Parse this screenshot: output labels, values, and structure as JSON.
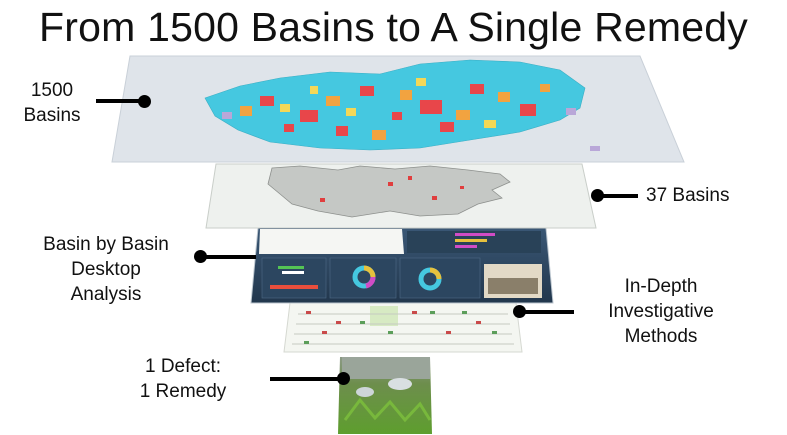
{
  "title": "From 1500 Basins to A Single Remedy",
  "layers": [
    {
      "name": "map-1500-basins",
      "label_lines": [
        "1500",
        "Basins"
      ]
    },
    {
      "name": "map-37-basins",
      "label_lines": [
        "37 Basins"
      ]
    },
    {
      "name": "desktop-analysis",
      "label_lines": [
        "Basin by Basin",
        "Desktop",
        "Analysis"
      ]
    },
    {
      "name": "investigative-methods",
      "label_lines": [
        "In-Depth",
        "Investigative",
        "Methods"
      ]
    },
    {
      "name": "defect-photo",
      "label_lines": [
        "1 Defect:",
        "1 Remedy"
      ]
    }
  ],
  "colors": {
    "map_blue": "#45c8e0",
    "map_red": "#e8464a",
    "map_orange": "#f2a340",
    "map_yellow": "#f4d857",
    "dashboard_bg": "#2e4a66",
    "connector": "#000000"
  }
}
